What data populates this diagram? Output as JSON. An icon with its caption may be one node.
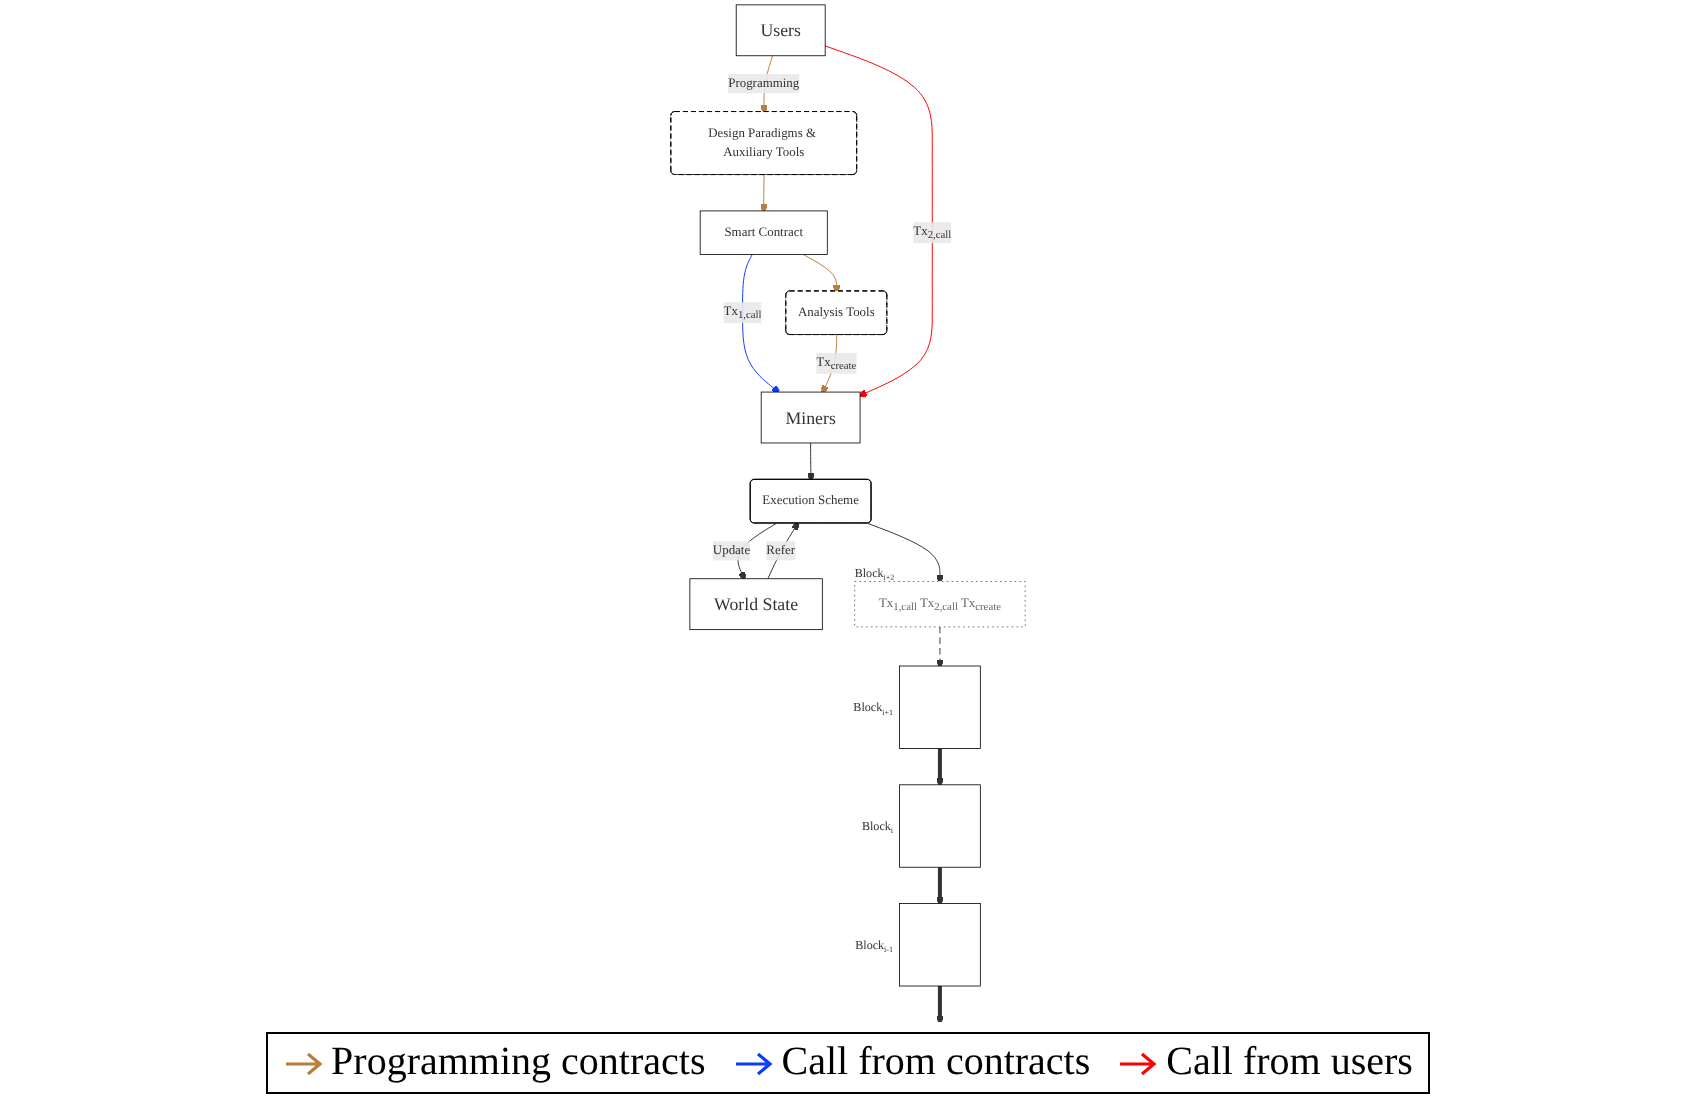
{
  "diagram": {
    "nodes": [
      {
        "text": [
          "Design Paradigms & Auxiliary Tools"
        ]
      },
      {
        "text": [
          "Smart Contract"
        ]
      },
      {
        "text": [
          "Analysis Tools"
        ]
      },
      {
        "text": [
          "World State"
        ]
      },
      {
        "text": [
          "Users"
        ]
      },
      {
        "text": [
          "Miners"
        ]
      },
      {
        "text": [
          "Execution Scheme"
        ]
      },
      {
        "text": [],
        "shape": "box",
        "beside": [
          "Block$_{i-1}$"
        ]
      },
      {
        "text": [],
        "shape": "box",
        "beside": [
          "Block$_{i}$"
        ]
      },
      {
        "text": [],
        "shape": "box",
        "beside": [
          "Block$_{i+1}$"
        ]
      },
      {
        "text": [
          "Tx$_{1,call}$ Tx$_{2,call}$ Tx$_{create}$"
        ],
        "beside": [
          "Block$_{i+2}$"
        ]
      }
    ],
    "edges": [
      {
        "from": 0,
        "to": 1,
        "arrow": "to",
        "color": "#b87d3c"
      },
      {
        "from": 1,
        "to": 2,
        "arrow": "to",
        "color": "#b87d3c"
      },
      {
        "from": 4,
        "to": 0,
        "arrow": "to",
        "label": "Programming",
        "color": "#b87d3c"
      },
      {
        "from": 1,
        "to": 5,
        "arrow": "to",
        "label": "Tx$_{1,call}$",
        "color": "#0a3cff"
      },
      {
        "from": 2,
        "to": 5,
        "arrow": "to",
        "label": "Tx$_{create}$",
        "color": "#b87d3c"
      },
      {
        "from": 4,
        "to": 5,
        "arrow": "to",
        "label": "Tx$_{2,call}$",
        "color": "#ff0000"
      },
      {
        "from": 5,
        "to": 6,
        "arrow": "to"
      },
      {
        "from": 6,
        "to": 3,
        "arrow": "to",
        "label": "Update"
      },
      {
        "from": 3,
        "to": 6,
        "arrow": "to",
        "label": "Refer"
      },
      {
        "from": 6,
        "to": 10,
        "arrow": "to"
      },
      {
        "from": 10,
        "to": 9,
        "arrow": "to",
        "style": "dashed"
      },
      {
        "from": 9,
        "to": 8,
        "arrow": "to",
        "style": "thick"
      },
      {
        "from": 8,
        "to": 7,
        "arrow": "to",
        "style": "thick"
      },
      {
        "from": 7,
        "to": null,
        "arrow": "to",
        "style": "thick"
      }
    ],
    "legend": [
      {
        "text": "Programming contracts",
        "color": "#b87d3c"
      },
      {
        "text": "Call from contracts",
        "color": "#0a3cff"
      },
      {
        "text": "Call from users",
        "color": "#ff0000"
      }
    ]
  }
}
